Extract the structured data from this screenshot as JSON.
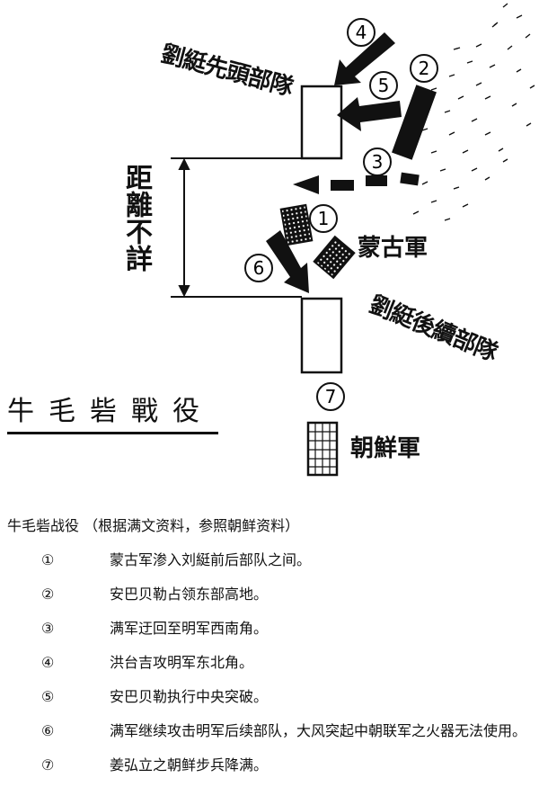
{
  "diagram": {
    "vanguard_label": "劉綎先頭部隊",
    "rear_label": "劉綎後續部隊",
    "distance_label": "距離不詳",
    "mongol_label": "蒙古軍",
    "korean_label": "朝鮮軍",
    "markers": [
      "1",
      "2",
      "3",
      "4",
      "5",
      "6",
      "7"
    ],
    "battle_title": "牛毛砦戰役"
  },
  "legend": {
    "heading": "牛毛砦战役  （根据满文资料，参照朝鲜资料）",
    "items": [
      {
        "num": "①",
        "text": "蒙古军渗入刘綎前后部队之间。"
      },
      {
        "num": "②",
        "text": "安巴贝勒占领东部高地。"
      },
      {
        "num": "③",
        "text": "满军迂回至明军西南角。"
      },
      {
        "num": "④",
        "text": "洪台吉攻明军东北角。"
      },
      {
        "num": "⑤",
        "text": "安巴贝勒执行中央突破。"
      },
      {
        "num": "⑥",
        "text": "满军继续攻击明军后续部队，大风突起中朝联军之火器无法使用。"
      },
      {
        "num": "⑦",
        "text": "姜弘立之朝鲜步兵降满。"
      }
    ]
  },
  "colors": {
    "ink": "#111111",
    "paper": "#ffffff"
  }
}
